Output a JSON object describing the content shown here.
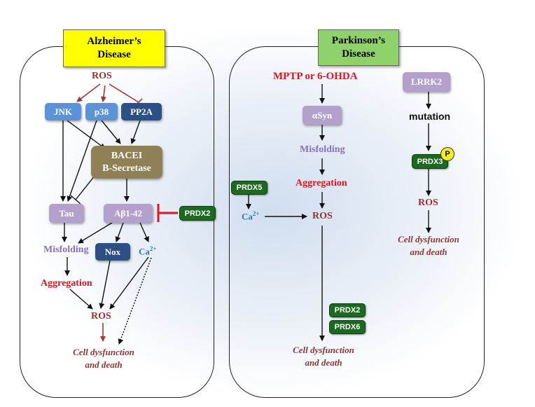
{
  "alzheimers": {
    "title_line1": "Alzheimer’s",
    "title_line2": "Disease",
    "title_color": "#ffff00",
    "ros_top": "ROS",
    "jnk": "JNK",
    "p38": "p38",
    "pp2a": "PP2A",
    "bace_line1": "BACEI",
    "bace_line2": "Β-Secretase",
    "tau": "Tau",
    "abeta": "Aβ1-42",
    "prdx2": "PRDX2",
    "misfolding": "Misfolding",
    "nox": "Nox",
    "ca": "Ca",
    "ca_sup": "2+",
    "aggregation": "Aggregation",
    "ros_bottom": "ROS",
    "death_line1": "Cell dysfunction",
    "death_line2": "and death"
  },
  "parkinsons": {
    "title_line1": "Parkinson’s",
    "title_line2": "Disease",
    "title_color": "#8fd16a",
    "mptp": "MPTP or 6-OHDA",
    "asyn": "αSyn",
    "misfolding": "Misfolding",
    "aggregation": "Aggregation",
    "prdx5": "PRDX5",
    "ca": "Ca",
    "ca_sup": "2+",
    "ros_mid": "ROS",
    "prdx2": "PRDX2",
    "prdx6": "PRDX6",
    "death_line1": "Cell dysfunction",
    "death_line2": "and death",
    "lrrk2": "LRRK2",
    "mutation": "mutation",
    "prdx3": "PRDX3",
    "phospho": "P",
    "ros_right": "ROS",
    "death_right_line1": "Cell dysfunction",
    "death_right_line2": "and death"
  }
}
